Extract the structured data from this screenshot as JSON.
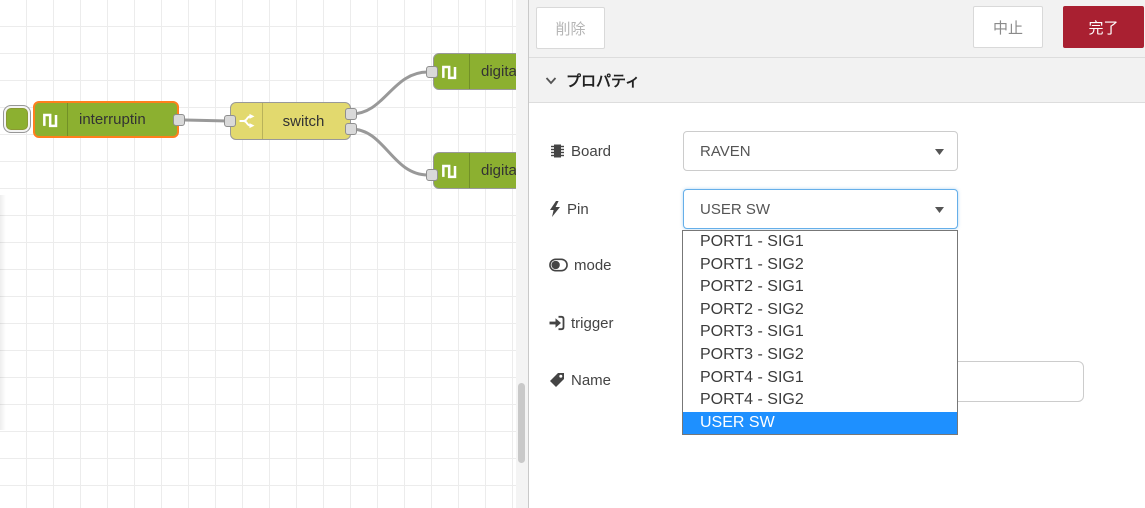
{
  "colors": {
    "node_green": "#8CB030",
    "switch_yellow": "#E2D96E",
    "selection_orange": "#FF7F1E",
    "done_red": "#A92031",
    "highlight_blue": "#1E90FF",
    "focus_blue": "#66AFE9",
    "wire_gray": "#999999"
  },
  "canvas": {
    "nodes": [
      {
        "label": "interruptin",
        "icon": "square-wave-icon"
      },
      {
        "label": "switch",
        "icon": "fork-icon"
      },
      {
        "label": "digita",
        "icon": "square-wave-icon"
      },
      {
        "label": "digita",
        "icon": "square-wave-icon"
      }
    ]
  },
  "panel": {
    "header": {
      "delete_label": "削除",
      "cancel_label": "中止",
      "done_label": "完了"
    },
    "section_title": "プロパティ",
    "fields": {
      "board": {
        "label": "Board",
        "value": "RAVEN",
        "icon": "microchip-icon"
      },
      "pin": {
        "label": "Pin",
        "value": "USER SW",
        "icon": "bolt-icon"
      },
      "mode": {
        "label": "mode",
        "icon": "toggle-icon"
      },
      "trigger": {
        "label": "trigger",
        "icon": "sign-in-icon"
      },
      "name": {
        "label": "Name",
        "value": "",
        "icon": "tag-icon"
      }
    },
    "pin_dropdown": {
      "options": [
        "PORT1 - SIG1",
        "PORT1 - SIG2",
        "PORT2 - SIG1",
        "PORT2 - SIG2",
        "PORT3 - SIG1",
        "PORT3 - SIG2",
        "PORT4 - SIG1",
        "PORT4 - SIG2",
        "USER SW"
      ],
      "selected": "USER SW"
    }
  }
}
